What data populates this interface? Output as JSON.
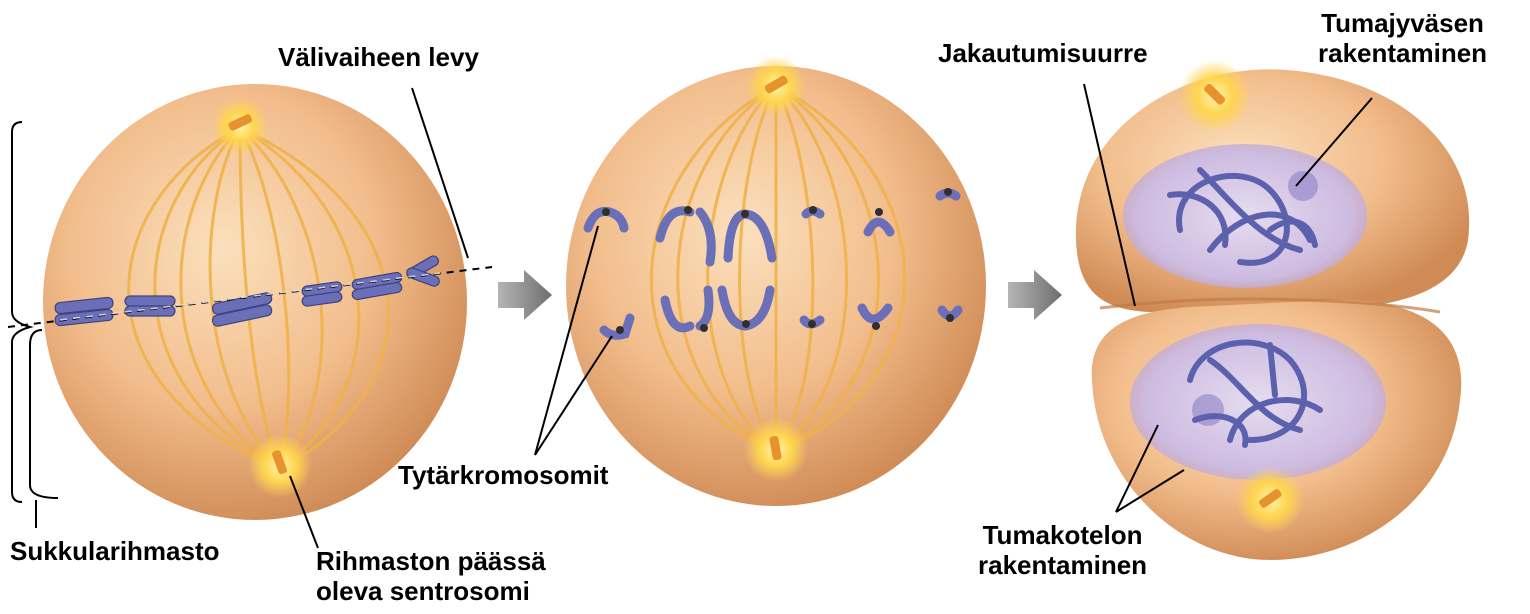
{
  "labels": {
    "metaphase_plate": "Välivaiheen levy",
    "spindle": "Sukkularihmasto",
    "centrosome_line1": "Rihmaston päässä",
    "centrosome_line2": "oleva sentrosomi",
    "daughter_chromosomes": "Tytärkromosomit",
    "cleavage_furrow": "Jakautumisuurre",
    "nucleolus_line1": "Tumajyväsen",
    "nucleolus_line2": "rakentaminen",
    "nuclear_envelope_line1": "Tumakotelon",
    "nuclear_envelope_line2": "rakentaminen"
  },
  "colors": {
    "cell_light": "#f9d3a7",
    "cell_mid": "#efb27d",
    "cell_dark": "#c87f4b",
    "spindle_fiber": "#f0b24a",
    "centrosome_glow": "#ffd54f",
    "centriole": "#e8922e",
    "chromosome": "#6a6fb8",
    "chromosome_dark": "#3e4380",
    "nucleus": "#c9b4d8",
    "arrow": "#8a8a8a"
  },
  "icons": [
    "arrow-right-icon"
  ]
}
